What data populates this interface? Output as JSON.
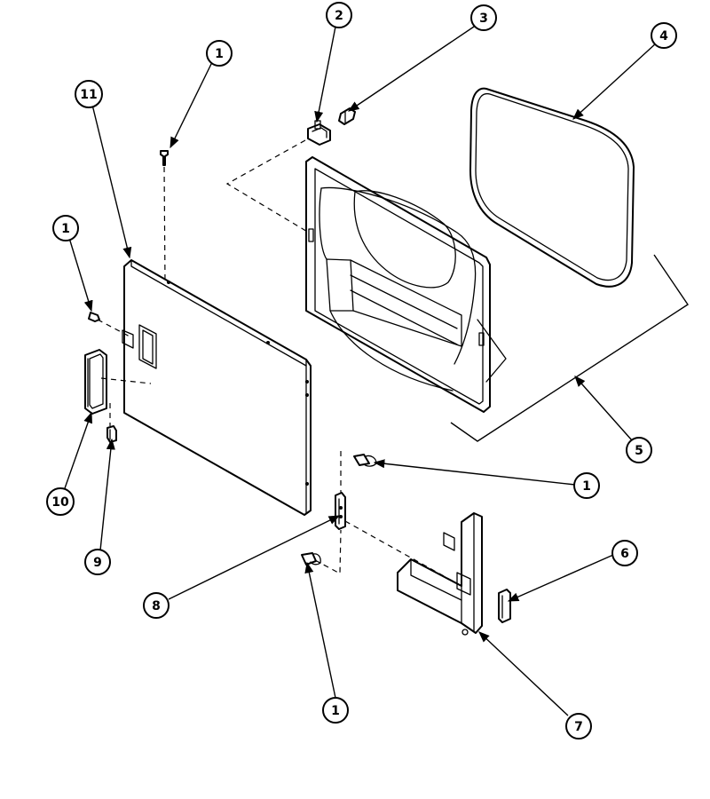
{
  "callouts": [
    {
      "id": "c1-top",
      "label": "1"
    },
    {
      "id": "c2",
      "label": "2"
    },
    {
      "id": "c3",
      "label": "3"
    },
    {
      "id": "c4",
      "label": "4"
    },
    {
      "id": "c11",
      "label": "11"
    },
    {
      "id": "c1-left",
      "label": "1"
    },
    {
      "id": "c10",
      "label": "10"
    },
    {
      "id": "c9",
      "label": "9"
    },
    {
      "id": "c5",
      "label": "5"
    },
    {
      "id": "c1-right",
      "label": "1"
    },
    {
      "id": "c6",
      "label": "6"
    },
    {
      "id": "c8",
      "label": "8"
    },
    {
      "id": "c1-bottom",
      "label": "1"
    },
    {
      "id": "c7",
      "label": "7"
    }
  ]
}
